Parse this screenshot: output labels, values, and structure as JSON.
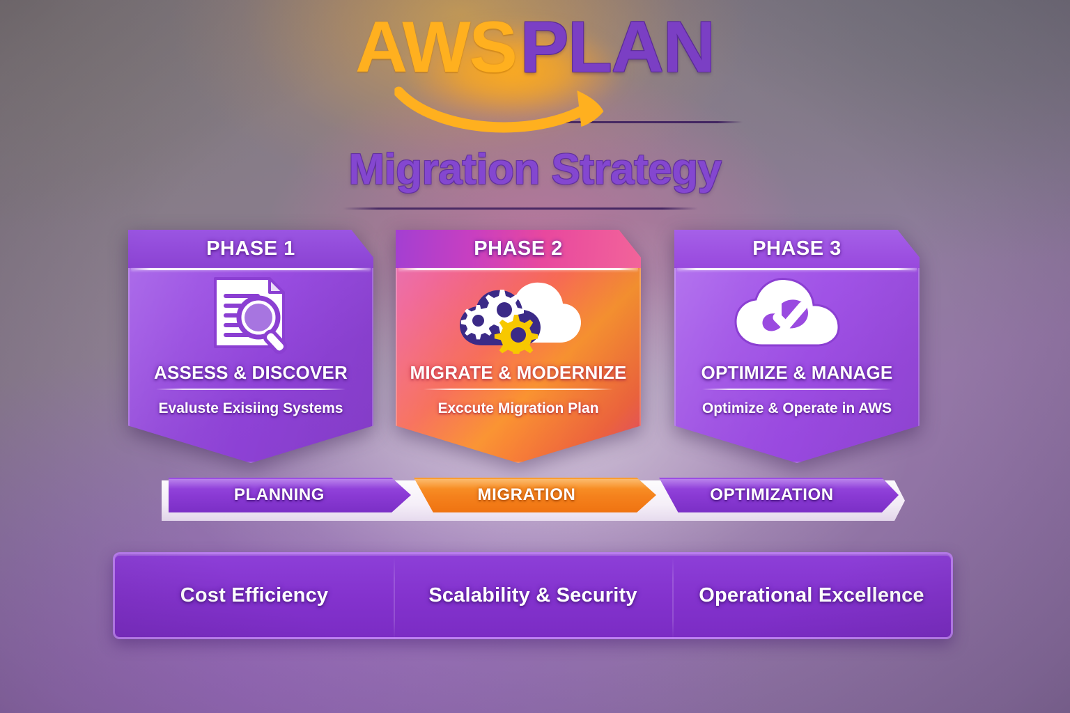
{
  "header": {
    "brand_aws": "AWS",
    "brand_plan": "PLAN",
    "subtitle": "Migration Strategy",
    "aws_color": "#ffb01f",
    "plan_color": "#7b3fc4",
    "subtitle_color": "#8447d0"
  },
  "phases": [
    {
      "phase_label": "PHASE 1",
      "title": "ASSESS & DISCOVER",
      "subtitle": "Evaluste Exisiing Systems",
      "icon": "document-magnifier-icon",
      "accent": "#9a4ee2"
    },
    {
      "phase_label": "PHASE 2",
      "title": "MIGRATE & MODERNIZE",
      "subtitle": "Exccute Migration Plan",
      "icon": "cloud-gears-icon",
      "accent": "#f5823a"
    },
    {
      "phase_label": "PHASE 3",
      "title": "OPTIMIZE & MANAGE",
      "subtitle": "Optimize & Operate in AWS",
      "icon": "cloud-check-icon",
      "accent": "#a255e8"
    }
  ],
  "timeline": [
    {
      "label": "PLANNING",
      "color": "#8a3ad4"
    },
    {
      "label": "MIGRATION",
      "color": "#f5821d"
    },
    {
      "label": "OPTIMIZATION",
      "color": "#8a3ad4"
    }
  ],
  "benefits": [
    {
      "label": "Cost Efficiency"
    },
    {
      "label": "Scalability & Security"
    },
    {
      "label": "Operational Excellence"
    }
  ]
}
